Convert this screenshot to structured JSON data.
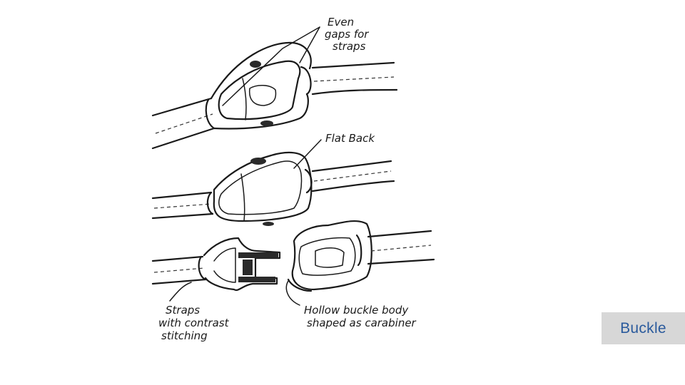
{
  "annotations": {
    "even_gaps": [
      "Even",
      "gaps for",
      "straps"
    ],
    "flat_back": "Flat Back",
    "straps_contrast": [
      "Straps",
      "with contrast",
      "stitching"
    ],
    "hollow_body": [
      "Hollow buckle body",
      "shaped as carabiner"
    ]
  },
  "tag": {
    "label": "Buckle"
  }
}
